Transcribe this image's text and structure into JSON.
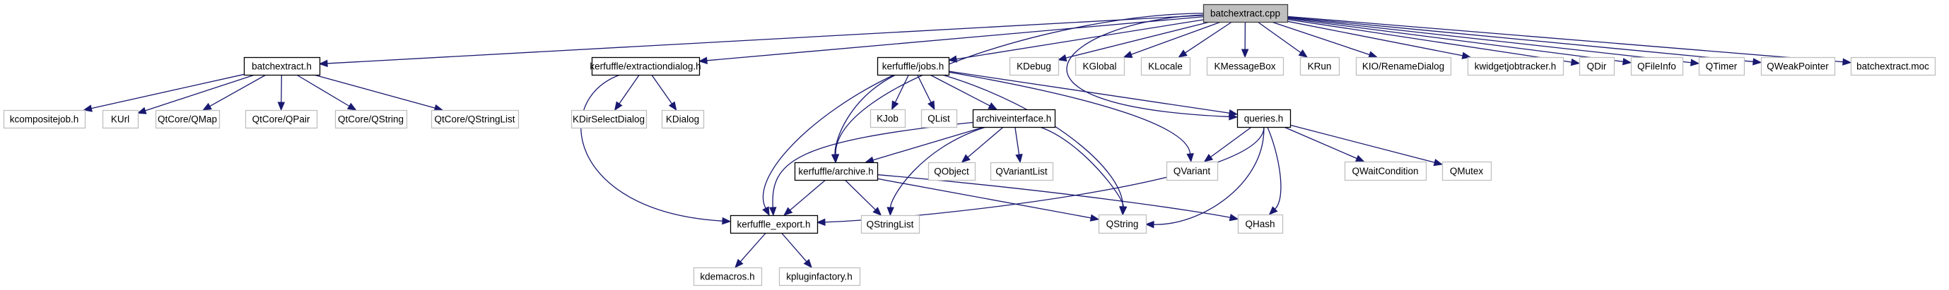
{
  "diagram": {
    "type": "include-dependency-graph",
    "root": "batchextract.cpp",
    "colors": {
      "edge": "#191970",
      "root_fill": "#bfbfbf",
      "local_border": "#000000",
      "external_border": "#bfbfbf"
    },
    "nodes": [
      {
        "id": "batchextract_cpp",
        "label": "batchextract.cpp",
        "kind": "main"
      },
      {
        "id": "batchextract_h",
        "label": "batchextract.h",
        "kind": "local"
      },
      {
        "id": "extractiondialog_h",
        "label": "kerfuffle/extractiondialog.h",
        "kind": "local"
      },
      {
        "id": "jobs_h",
        "label": "kerfuffle/jobs.h",
        "kind": "local"
      },
      {
        "id": "KDebug",
        "label": "KDebug",
        "kind": "external"
      },
      {
        "id": "KGlobal",
        "label": "KGlobal",
        "kind": "external"
      },
      {
        "id": "KLocale",
        "label": "KLocale",
        "kind": "external"
      },
      {
        "id": "KMessageBox",
        "label": "KMessageBox",
        "kind": "external"
      },
      {
        "id": "KRun",
        "label": "KRun",
        "kind": "external"
      },
      {
        "id": "KIO_RenameDialog",
        "label": "KIO/RenameDialog",
        "kind": "external"
      },
      {
        "id": "kwidgetjobtracker_h",
        "label": "kwidgetjobtracker.h",
        "kind": "external"
      },
      {
        "id": "QDir",
        "label": "QDir",
        "kind": "external"
      },
      {
        "id": "QFileInfo",
        "label": "QFileInfo",
        "kind": "external"
      },
      {
        "id": "QTimer",
        "label": "QTimer",
        "kind": "external"
      },
      {
        "id": "QWeakPointer",
        "label": "QWeakPointer",
        "kind": "external"
      },
      {
        "id": "batchextract_moc",
        "label": "batchextract.moc",
        "kind": "external"
      },
      {
        "id": "kcompositejob_h",
        "label": "kcompositejob.h",
        "kind": "external"
      },
      {
        "id": "KUrl",
        "label": "KUrl",
        "kind": "external"
      },
      {
        "id": "QtCore_QMap",
        "label": "QtCore/QMap",
        "kind": "external"
      },
      {
        "id": "QtCore_QPair",
        "label": "QtCore/QPair",
        "kind": "external"
      },
      {
        "id": "QtCore_QString",
        "label": "QtCore/QString",
        "kind": "external"
      },
      {
        "id": "QtCore_QStringList",
        "label": "QtCore/QStringList",
        "kind": "external"
      },
      {
        "id": "KDirSelectDialog",
        "label": "KDirSelectDialog",
        "kind": "external"
      },
      {
        "id": "KDialog",
        "label": "KDialog",
        "kind": "external"
      },
      {
        "id": "KJob",
        "label": "KJob",
        "kind": "external"
      },
      {
        "id": "QList",
        "label": "QList",
        "kind": "external"
      },
      {
        "id": "archiveinterface_h",
        "label": "archiveinterface.h",
        "kind": "local"
      },
      {
        "id": "queries_h",
        "label": "queries.h",
        "kind": "local"
      },
      {
        "id": "archive_h",
        "label": "kerfuffle/archive.h",
        "kind": "local"
      },
      {
        "id": "QObject",
        "label": "QObject",
        "kind": "external"
      },
      {
        "id": "QVariantList",
        "label": "QVariantList",
        "kind": "external"
      },
      {
        "id": "QVariant",
        "label": "QVariant",
        "kind": "external"
      },
      {
        "id": "QWaitCondition",
        "label": "QWaitCondition",
        "kind": "external"
      },
      {
        "id": "QMutex",
        "label": "QMutex",
        "kind": "external"
      },
      {
        "id": "kerfuffle_export_h",
        "label": "kerfuffle_export.h",
        "kind": "local"
      },
      {
        "id": "QStringList",
        "label": "QStringList",
        "kind": "external"
      },
      {
        "id": "QString",
        "label": "QString",
        "kind": "external"
      },
      {
        "id": "QHash",
        "label": "QHash",
        "kind": "external"
      },
      {
        "id": "kdemacros_h",
        "label": "kdemacros.h",
        "kind": "external"
      },
      {
        "id": "kpluginfactory_h",
        "label": "kpluginfactory.h",
        "kind": "external"
      }
    ],
    "edges": [
      {
        "from": "batchextract_cpp",
        "to": "batchextract_h"
      },
      {
        "from": "batchextract_cpp",
        "to": "extractiondialog_h"
      },
      {
        "from": "batchextract_cpp",
        "to": "jobs_h"
      },
      {
        "from": "batchextract_cpp",
        "to": "KDebug"
      },
      {
        "from": "batchextract_cpp",
        "to": "KGlobal"
      },
      {
        "from": "batchextract_cpp",
        "to": "KLocale"
      },
      {
        "from": "batchextract_cpp",
        "to": "KMessageBox"
      },
      {
        "from": "batchextract_cpp",
        "to": "KRun"
      },
      {
        "from": "batchextract_cpp",
        "to": "KIO_RenameDialog"
      },
      {
        "from": "batchextract_cpp",
        "to": "kwidgetjobtracker_h"
      },
      {
        "from": "batchextract_cpp",
        "to": "QDir"
      },
      {
        "from": "batchextract_cpp",
        "to": "QFileInfo"
      },
      {
        "from": "batchextract_cpp",
        "to": "QTimer"
      },
      {
        "from": "batchextract_cpp",
        "to": "QWeakPointer"
      },
      {
        "from": "batchextract_cpp",
        "to": "batchextract_moc"
      },
      {
        "from": "batchextract_cpp",
        "to": "archive_h"
      },
      {
        "from": "batchextract_cpp",
        "to": "queries_h"
      },
      {
        "from": "batchextract_h",
        "to": "kcompositejob_h"
      },
      {
        "from": "batchextract_h",
        "to": "KUrl"
      },
      {
        "from": "batchextract_h",
        "to": "QtCore_QMap"
      },
      {
        "from": "batchextract_h",
        "to": "QtCore_QPair"
      },
      {
        "from": "batchextract_h",
        "to": "QtCore_QString"
      },
      {
        "from": "batchextract_h",
        "to": "QtCore_QStringList"
      },
      {
        "from": "extractiondialog_h",
        "to": "KDirSelectDialog"
      },
      {
        "from": "extractiondialog_h",
        "to": "KDialog"
      },
      {
        "from": "extractiondialog_h",
        "to": "kerfuffle_export_h"
      },
      {
        "from": "jobs_h",
        "to": "KJob"
      },
      {
        "from": "jobs_h",
        "to": "QList"
      },
      {
        "from": "jobs_h",
        "to": "archiveinterface_h"
      },
      {
        "from": "jobs_h",
        "to": "archive_h"
      },
      {
        "from": "jobs_h",
        "to": "kerfuffle_export_h"
      },
      {
        "from": "jobs_h",
        "to": "queries_h"
      },
      {
        "from": "jobs_h",
        "to": "QVariant"
      },
      {
        "from": "jobs_h",
        "to": "QString"
      },
      {
        "from": "archiveinterface_h",
        "to": "archive_h"
      },
      {
        "from": "archiveinterface_h",
        "to": "QObject"
      },
      {
        "from": "archiveinterface_h",
        "to": "QVariantList"
      },
      {
        "from": "archiveinterface_h",
        "to": "QStringList"
      },
      {
        "from": "archiveinterface_h",
        "to": "QString"
      },
      {
        "from": "archiveinterface_h",
        "to": "kerfuffle_export_h"
      },
      {
        "from": "archive_h",
        "to": "kerfuffle_export_h"
      },
      {
        "from": "archive_h",
        "to": "QStringList"
      },
      {
        "from": "archive_h",
        "to": "QString"
      },
      {
        "from": "archive_h",
        "to": "QHash"
      },
      {
        "from": "queries_h",
        "to": "QVariant"
      },
      {
        "from": "queries_h",
        "to": "QWaitCondition"
      },
      {
        "from": "queries_h",
        "to": "QMutex"
      },
      {
        "from": "queries_h",
        "to": "QString"
      },
      {
        "from": "queries_h",
        "to": "QHash"
      },
      {
        "from": "queries_h",
        "to": "kerfuffle_export_h"
      },
      {
        "from": "kerfuffle_export_h",
        "to": "kdemacros_h"
      },
      {
        "from": "kerfuffle_export_h",
        "to": "kpluginfactory_h"
      }
    ]
  }
}
